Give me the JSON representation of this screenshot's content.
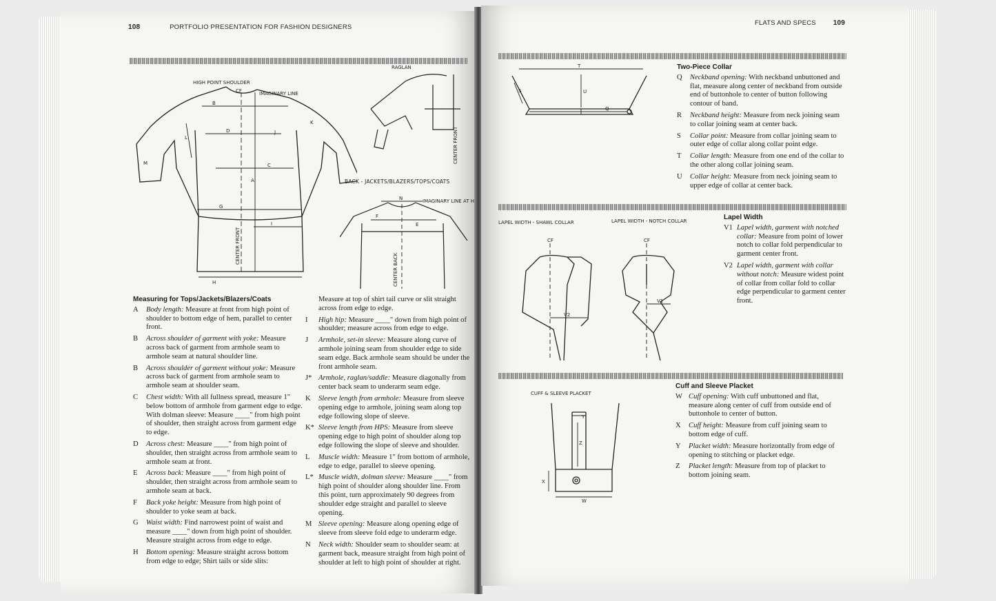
{
  "left_page": {
    "page_number": "108",
    "running_head": "PORTFOLIO PRESENTATION FOR FASHION DESIGNERS",
    "figure_labels": {
      "high_point_shoulder": "HIGH POINT SHOULDER",
      "cf": "CF",
      "imaginary_line": "IMAGINARY LINE",
      "raglan": "RAGLAN",
      "center_front": "CENTER FRONT",
      "center_front_small": "CENTER FRONT",
      "back_caption": "BACK - JACKETS/BLAZERS/TOPS/COATS",
      "imaginary_line_at_hps": "IMAGINARY LINE AT HPS",
      "center_back": "CENTER BACK",
      "letters": [
        "A",
        "B",
        "C",
        "D",
        "E",
        "F",
        "G",
        "H",
        "I",
        "J",
        "K",
        "L",
        "M",
        "N"
      ]
    },
    "section_title": "Measuring for Tops/Jackets/Blazers/Coats",
    "col1": [
      {
        "code": "A",
        "term": "Body length:",
        "text": "Measure at front from high point of shoulder to bottom edge of hem, parallel to center front."
      },
      {
        "code": "B",
        "term": "Across shoulder of garment with yoke:",
        "text": "Measure across back of garment from armhole seam to armhole seam at natural shoulder line."
      },
      {
        "code": "B",
        "term": "Across shoulder of garment without yoke:",
        "text": "Measure across back of garment from armhole seam to armhole seam at shoulder seam."
      },
      {
        "code": "C",
        "term": "Chest width:",
        "text": "With all fullness spread, measure 1\" below bottom of armhole from garment edge to edge. With dolman sleeve: Measure ____\" from high point of shoulder, then straight across from garment edge to edge."
      },
      {
        "code": "D",
        "term": "Across chest:",
        "text": "Measure ____\" from high point of shoulder, then straight across from armhole seam to armhole seam at front."
      },
      {
        "code": "E",
        "term": "Across back:",
        "text": "Measure ____\" from high point of shoulder, then straight across from armhole seam to armhole seam at back."
      },
      {
        "code": "F",
        "term": "Back yoke height:",
        "text": "Measure from high point of shoulder to yoke seam at back."
      },
      {
        "code": "G",
        "term": "Waist width:",
        "text": "Find narrowest point of waist and measure ____\" down from high point of shoulder. Measure straight across from edge to edge."
      },
      {
        "code": "H",
        "term": "Bottom opening:",
        "text": "Measure straight across bottom from edge to edge; Shirt tails or side slits:"
      }
    ],
    "col2_intro": "Measure at top of shirt tail curve or slit straight across from edge to edge.",
    "col2": [
      {
        "code": "I",
        "term": "High hip:",
        "text": "Measure ____\" down from high point of shoulder; measure across from edge to edge."
      },
      {
        "code": "J",
        "term": "Armhole, set-in sleeve:",
        "text": "Measure along curve of armhole joining seam from shoulder edge to side seam edge. Back armhole seam should be under the front armhole seam."
      },
      {
        "code": "J*",
        "term": "Armhole, raglan/saddle:",
        "text": "Measure diagonally from center back seam to underarm seam edge."
      },
      {
        "code": "K",
        "term": "Sleeve length from armhole:",
        "text": "Measure from sleeve opening edge to armhole, joining seam along top edge following slope of sleeve."
      },
      {
        "code": "K*",
        "term": "Sleeve length from HPS:",
        "text": "Measure from sleeve opening edge to high point of shoulder along top edge following the slope of sleeve and shoulder."
      },
      {
        "code": "L",
        "term": "Muscle width:",
        "text": "Measure 1\" from bottom of armhole, edge to edge, parallel to sleeve opening."
      },
      {
        "code": "L*",
        "term": "Muscle width, dolman sleeve:",
        "text": "Measure ____\" from high point of shoulder along shoulder line. From this point, turn approximately 90 degrees from shoulder edge straight and parallel to sleeve opening."
      },
      {
        "code": "M",
        "term": "Sleeve opening:",
        "text": "Measure along opening edge of sleeve from sleeve fold edge to underarm edge."
      },
      {
        "code": "N",
        "term": "Neck width:",
        "text": "Shoulder seam to shoulder seam: at garment back, measure straight from high point of shoulder at left to high point of shoulder at right."
      }
    ]
  },
  "right_page": {
    "page_number": "109",
    "running_head": "FLATS AND SPECS",
    "collar": {
      "title": "Two-Piece Collar",
      "letters": [
        "T",
        "S",
        "U",
        "Q"
      ],
      "items": [
        {
          "code": "Q",
          "term": "Neckband opening:",
          "text": "With neckband unbuttoned and flat, measure along center of neckband from outside end of buttonhole to center of button following contour of band."
        },
        {
          "code": "R",
          "term": "Neckband height:",
          "text": "Measure from neck joining seam to collar joining seam at center back."
        },
        {
          "code": "S",
          "term": "Collar point:",
          "text": "Measure from collar joining seam to outer edge of collar along collar point edge."
        },
        {
          "code": "T",
          "term": "Collar length:",
          "text": "Measure from one end of the collar to the other along collar joining seam."
        },
        {
          "code": "U",
          "term": "Collar height:",
          "text": "Measure from neck joining seam to upper edge of collar at center back."
        }
      ]
    },
    "lapel": {
      "title": "Lapel Width",
      "label_shawl": "LAPEL WIDTH - SHAWL COLLAR",
      "label_notch": "LAPEL WIDTH - NOTCH COLLAR",
      "cf": "CF",
      "v2": "V2",
      "v1": "V1",
      "items": [
        {
          "code": "V1",
          "term": "Lapel width, garment with notched collar:",
          "text": "Measure from point of lower notch to collar fold perpendicular to garment center front."
        },
        {
          "code": "V2",
          "term": "Lapel width, garment with collar without notch:",
          "text": "Measure widest point of collar from collar fold to collar edge perpendicular to garment center front."
        }
      ]
    },
    "cuff": {
      "title": "Cuff and Sleeve Placket",
      "label": "CUFF & SLEEVE PLACKET",
      "letters": [
        "Y",
        "Z",
        "X",
        "W"
      ],
      "items": [
        {
          "code": "W",
          "term": "Cuff opening:",
          "text": "With cuff unbuttoned and flat, measure along center of cuff from outside end of buttonhole to center of button."
        },
        {
          "code": "X",
          "term": "Cuff height:",
          "text": "Measure from cuff joining seam to bottom edge of cuff."
        },
        {
          "code": "Y",
          "term": "Placket width:",
          "text": "Measure horizontally from edge of opening to stitching or placket edge."
        },
        {
          "code": "Z",
          "term": "Placket length:",
          "text": "Measure from top of placket to bottom joining seam."
        }
      ]
    }
  }
}
